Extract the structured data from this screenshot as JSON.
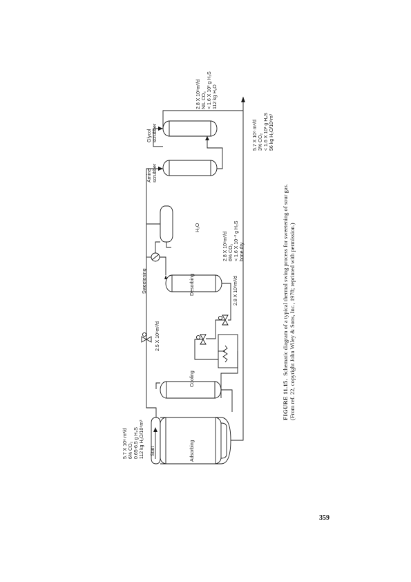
{
  "figure": {
    "caption_number": "FIGURE 11.15.",
    "caption_text": "Schematic diagram of a typical thermal swing process for sweetening of sour gas.",
    "caption_source": "(From ref. 22, copyright John Wiley & Sons, Inc., 1978; reprinted with permission.)"
  },
  "diagram": {
    "start_label": "Start",
    "feed_lines": [
      "5.7 X 10⁶ m³/d",
      "6% CO₂",
      "0.65-6.5 g H₂S",
      "112 kg H₂O/10⁶m³"
    ],
    "stage_adsorbing": "Adsorbing",
    "stage_cooling": "Cooling",
    "stage_desorbing": "Desorbing",
    "stage_sweetening": "Sweetening",
    "regen_flow": "2.5 X 10⁶m³/d",
    "desorb_flow": "2.8 X 10⁶m³/d",
    "water_label": "H₂O",
    "sour_gas_lines": [
      "2.8 X 10⁶m³/d",
      "6% CO₂",
      "< 1.6 X 10⁻² g H₂S",
      "bone dry"
    ],
    "amine_label": "Amine\nscrubber",
    "glycol_label": "Glycol\nscrubber",
    "product_lines": [
      "2.8 X 10⁶m³/d",
      "NIL CO₂",
      "< 1.6 X 10² g H₂S",
      "112 kg H₂O"
    ],
    "sales_lines": [
      "5.7 X 10⁶ m³/d",
      "3% CO₂",
      "< 1.6 X 10² g H₂S",
      "56 kg H₂O/10⁶m³"
    ]
  },
  "page": {
    "number": "359"
  }
}
